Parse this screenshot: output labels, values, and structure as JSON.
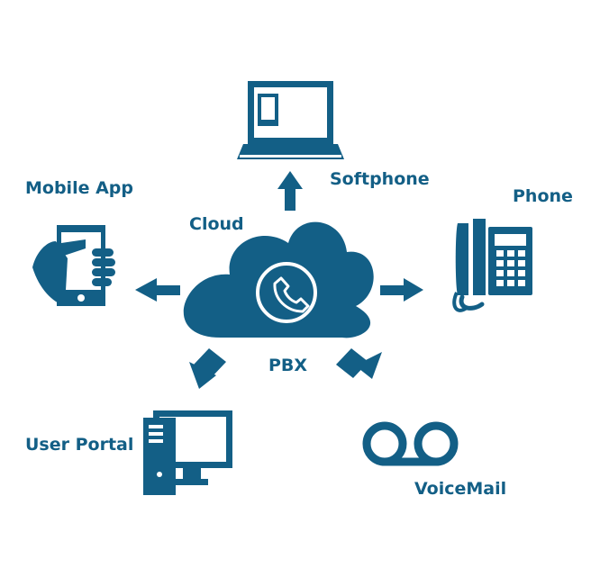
{
  "colors": {
    "primary": "#135f86",
    "background": "#ffffff"
  },
  "labels": {
    "mobile_app": "Mobile App",
    "softphone": "Softphone",
    "phone": "Phone",
    "cloud": "Cloud",
    "pbx": "PBX",
    "user_portal": "User Portal",
    "voicemail": "VoiceMail"
  },
  "icons": {
    "center": "cloud-phone-icon",
    "softphone": "laptop-icon",
    "mobile_app": "hand-smartphone-icon",
    "phone": "desk-phone-icon",
    "user_portal": "desktop-computer-icon",
    "voicemail": "voicemail-icon"
  }
}
